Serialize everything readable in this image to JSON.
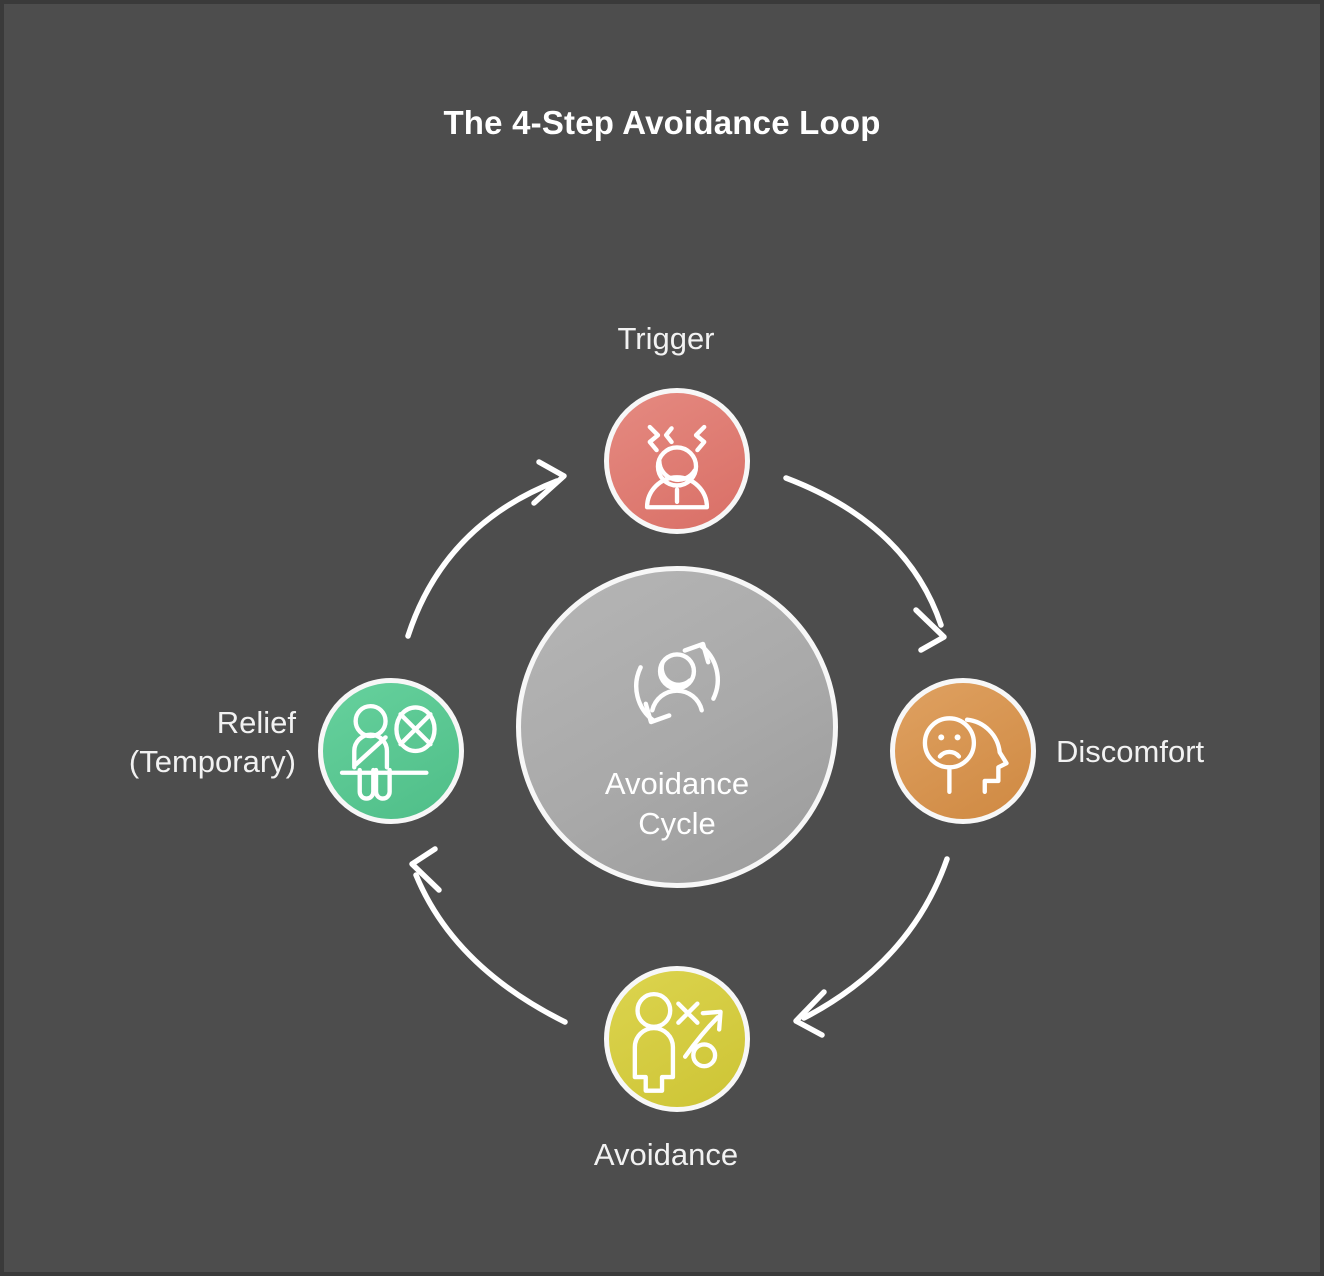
{
  "title": "The 4-Step Avoidance Loop",
  "colors": {
    "background": "#4d4d4d",
    "border": "#3a3a3a",
    "text": "#f2f2f2",
    "stroke": "#f7f7f7",
    "trigger": "#e07a72",
    "discomfort": "#d89551",
    "avoidance": "#d6ce42",
    "relief": "#5cc894",
    "center": "#a9a9a9",
    "arrow": "#ffffff"
  },
  "center": {
    "label": "Avoidance\nCycle",
    "icon": "person-refresh-cycle-icon"
  },
  "nodes": [
    {
      "id": "trigger",
      "label": "Trigger",
      "color": "#e07a72",
      "icon": "stressed-person-icon"
    },
    {
      "id": "discomfort",
      "label": "Discomfort",
      "color": "#d89551",
      "icon": "sad-face-head-icon"
    },
    {
      "id": "avoidance",
      "label": "Avoidance",
      "color": "#d6ce42",
      "icon": "person-detour-arrow-icon"
    },
    {
      "id": "relief",
      "label": "Relief\n(Temporary)",
      "color": "#5cc894",
      "icon": "seated-person-blocked-icon"
    }
  ],
  "arrows": [
    {
      "from": "trigger",
      "to": "discomfort"
    },
    {
      "from": "discomfort",
      "to": "avoidance"
    },
    {
      "from": "avoidance",
      "to": "relief"
    },
    {
      "from": "relief",
      "to": "trigger"
    }
  ]
}
